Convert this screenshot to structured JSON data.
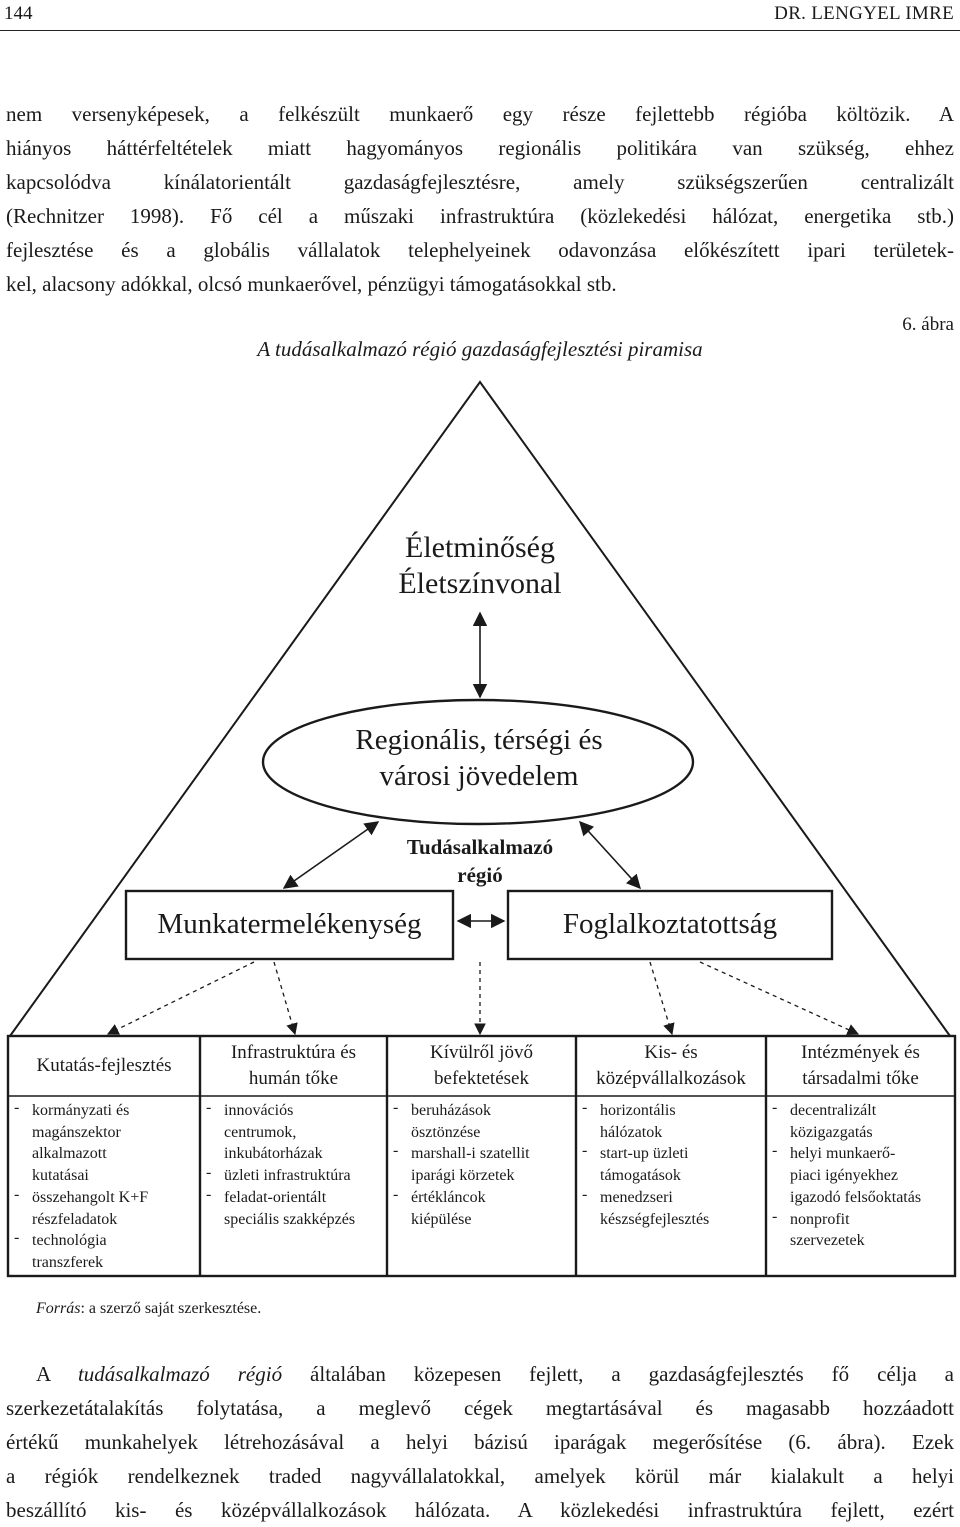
{
  "header": {
    "page_number": "144",
    "running_head": "DR. LENGYEL IMRE"
  },
  "intro_paragraph": [
    "nem versenyképesek, a felkészült munkaerő egy része fejlettebb régióba költözik. A",
    "hiányos háttérfeltételek miatt hagyományos regionális politikára van szükség, ehhez",
    "kapcsolódva kínálatorientált gazdaságfejlesztésre, amely szükségszerűen centralizált",
    "(Rechnitzer 1998). Fő cél a műszaki infrastruktúra (közlekedési hálózat, energetika stb.)",
    "fejlesztése és a globális vállalatok telephelyeinek odavonzása előkészített ipari terület­ek-",
    "kel, alacsony adókkal, olcsó munkaerővel, pénzügyi támogatásokkal stb."
  ],
  "figure": {
    "number": "6. ábra",
    "title": "A tudásalkalmazó régió gazdaságfejlesztési piramisa",
    "apex": [
      "Életminőség",
      "Életszínvonal"
    ],
    "ellipse": [
      "Regionális, térségi és",
      "városi jövedelem"
    ],
    "center_label": [
      "Tudásalkalmazó",
      "régió"
    ],
    "left_box": "Munkatermelékenység",
    "right_box": "Foglalkoztatottság",
    "columns": [
      {
        "header": [
          "Kutatás-fejlesztés"
        ],
        "items": [
          [
            "kormányzati és",
            "magánszektor",
            "alkalmazott",
            "kutatásai"
          ],
          [
            "összehangolt K+F",
            "részfeladatok"
          ],
          [
            "technológia",
            "transzferek"
          ]
        ]
      },
      {
        "header": [
          "Infrastruktúra és",
          "humán tőke"
        ],
        "items": [
          [
            "innovációs",
            "centrumok,",
            "inkubátorházak"
          ],
          [
            "üzleti infrastruktúra"
          ],
          [
            "feladat-orientált",
            "speciális szakképzés"
          ]
        ]
      },
      {
        "header": [
          "Kívülről jövő",
          "befektetések"
        ],
        "items": [
          [
            "beruházások",
            "ösztönzése"
          ],
          [
            "marshall-i szatellit",
            "iparági körzetek"
          ],
          [
            "értékláncok",
            "kiépülése"
          ]
        ]
      },
      {
        "header": [
          "Kis- és",
          "középvállalkozások"
        ],
        "items": [
          [
            "horizontális",
            "hálózatok"
          ],
          [
            "start-up üzleti",
            "támogatások"
          ],
          [
            "menedzseri",
            "készségfejlesztés"
          ]
        ]
      },
      {
        "header": [
          "Intézmények és",
          "társadalmi tőke"
        ],
        "items": [
          [
            "decentralizált",
            "közigazgatás"
          ],
          [
            "helyi munkaerő-",
            "piaci igényekhez",
            "igazodó felsőoktatás"
          ],
          [
            "nonprofit",
            "szervezetek"
          ]
        ]
      }
    ],
    "bullet": "-",
    "source_label": "Forrás",
    "source_text": ": a szerző saját szerkesztése."
  },
  "body_paragraph": [
    {
      "parts": [
        {
          "t": "A "
        },
        {
          "t": "tudásalkalmazó régió",
          "i": true
        },
        {
          "t": " általában közepesen fejlett, a gazdaságfejlesztés fő célja a"
        }
      ]
    },
    {
      "parts": [
        {
          "t": "szerkezetátalakítás folytatása, a meglevő cégek megtartásával és magasabb hozzáadott"
        }
      ]
    },
    {
      "parts": [
        {
          "t": "értékű munkahelyek létrehozásával a helyi bázisú iparágak megerősítése (6. ábra). Ezek"
        }
      ]
    },
    {
      "parts": [
        {
          "t": "a régiók rendelkeznek traded nagyvállalatokkal, amelyek körül már kialakult a helyi"
        }
      ]
    },
    {
      "parts": [
        {
          "t": "beszállító kis- és középvállalkozások hálózata. A közlekedési infrastruktúra fejlett, ezért"
        }
      ]
    }
  ]
}
